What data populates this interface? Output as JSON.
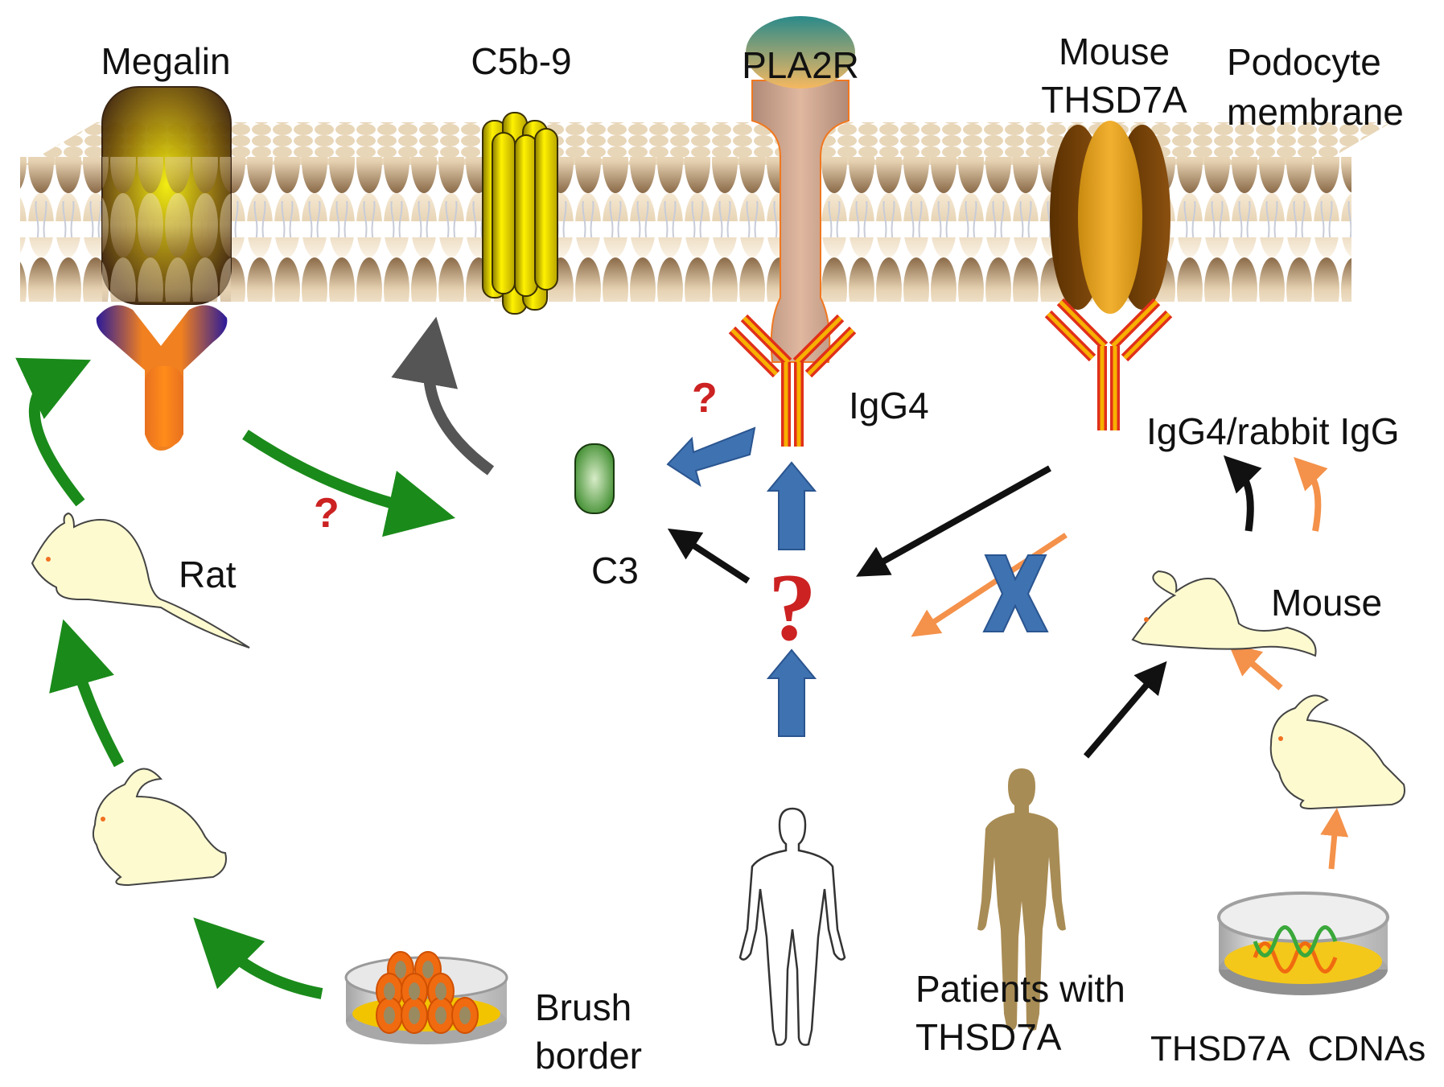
{
  "diagram": {
    "type": "mechanism-schematic",
    "description": "Antigens and antibody pathways in membranous nephropathy models",
    "colors": {
      "membrane_head": "#d9c2a0",
      "green_arrow": "#1a8a1a",
      "blue_arrow": "#3f72b0",
      "black_arrow": "#111111",
      "orange_arrow": "#f4914a",
      "gray_arrow": "#555555",
      "question_mark": "#cc2222",
      "antibody_stripe": "#f7b000",
      "antibody_edge": "#e0301a",
      "c3_green": "#3c8a2c",
      "human_patient": "#a88c55"
    }
  },
  "labels": {
    "megalin": "Megalin",
    "c5b9": "C5b-9",
    "pla2r": "PLA2R",
    "mouse_thsd7a_line1": "Mouse",
    "mouse_thsd7a_line2": "THSD7A",
    "podocyte_line1": "Podocyte",
    "podocyte_line2": "membrane",
    "igg4": "IgG4",
    "igg4_rabbit": "IgG4/rabbit IgG",
    "c3": "C3",
    "rat": "Rat",
    "mouse": "Mouse",
    "brush_line1": "Brush",
    "brush_line2": "border",
    "patients_line1": "Patients with",
    "patients_line2": "THSD7A",
    "cdnas": "THSD7A  CDNAs",
    "question": "?",
    "blocked": "X"
  },
  "nodes": [
    {
      "id": "megalin",
      "kind": "membrane-protein"
    },
    {
      "id": "c5b9",
      "kind": "membrane-attack-complex"
    },
    {
      "id": "pla2r",
      "kind": "membrane-protein"
    },
    {
      "id": "mouse_thsd7a",
      "kind": "membrane-protein"
    },
    {
      "id": "c3",
      "kind": "complement"
    },
    {
      "id": "rat",
      "kind": "animal"
    },
    {
      "id": "rabbit_left",
      "kind": "animal"
    },
    {
      "id": "brush_border_dish",
      "kind": "culture-dish"
    },
    {
      "id": "human_outline",
      "kind": "human"
    },
    {
      "id": "human_patient",
      "kind": "human"
    },
    {
      "id": "mouse",
      "kind": "animal"
    },
    {
      "id": "rabbit_right",
      "kind": "animal"
    },
    {
      "id": "cdna_dish",
      "kind": "culture-dish"
    }
  ],
  "edges": [
    {
      "from": "brush_border_dish",
      "to": "rabbit_left",
      "color": "green"
    },
    {
      "from": "rabbit_left",
      "to": "rat",
      "color": "green"
    },
    {
      "from": "rat",
      "to": "megalin",
      "color": "green"
    },
    {
      "from": "megalin_antibody",
      "to": "c3",
      "color": "green",
      "uncertain": true
    },
    {
      "from": "c3",
      "to": "c5b9",
      "color": "gray"
    },
    {
      "from": "igg4",
      "to": "c3",
      "color": "blue",
      "uncertain": true
    },
    {
      "from": "unknown",
      "to": "igg4",
      "color": "blue"
    },
    {
      "from": "human_outline",
      "to": "unknown",
      "color": "blue"
    },
    {
      "from": "unknown",
      "to": "c3",
      "color": "black"
    },
    {
      "from": "thsd7a_antibody",
      "to": "unknown",
      "color": "black"
    },
    {
      "from": "rabbit_right",
      "to": "unknown",
      "color": "orange",
      "blocked": true
    },
    {
      "from": "human_patient",
      "to": "mouse",
      "color": "black"
    },
    {
      "from": "rabbit_right",
      "to": "mouse",
      "color": "orange"
    },
    {
      "from": "cdna_dish",
      "to": "rabbit_right",
      "color": "orange"
    },
    {
      "from": "mouse",
      "to": "igg4_rabbit",
      "color": "black"
    },
    {
      "from": "mouse",
      "to": "igg4_rabbit",
      "color": "orange"
    }
  ]
}
